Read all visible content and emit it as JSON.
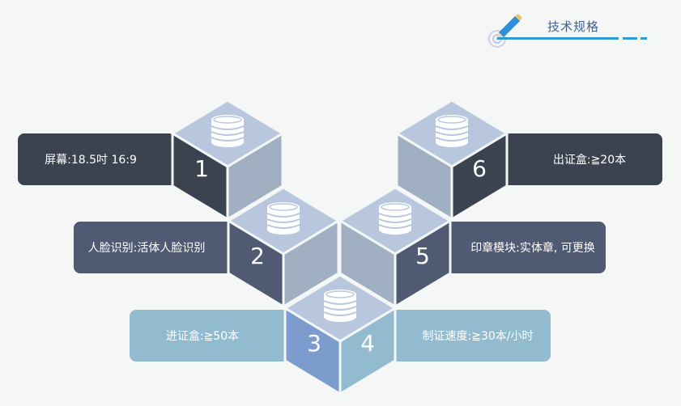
{
  "header": {
    "title": "技术规格",
    "icon": "pencil-icon"
  },
  "colors": {
    "top": "#b8c7de",
    "dark": "#3b4250",
    "slate": "#505a72",
    "grey": "#a1afc2",
    "blue": "#7b9ccc",
    "teal": "#92bbcf",
    "accent": "#2f9bd6"
  },
  "specs": [
    {
      "number": "1",
      "label": "屏幕:18.5吋 16:9"
    },
    {
      "number": "2",
      "label": "人脸识别:活体人脸识别"
    },
    {
      "number": "3",
      "label": "进证盒:≧50本"
    },
    {
      "number": "4",
      "label": "制证速度:≧30本/小时"
    },
    {
      "number": "5",
      "label": "印章模块:实体章, 可更换"
    },
    {
      "number": "6",
      "label": "出证盒:≧20本"
    }
  ]
}
